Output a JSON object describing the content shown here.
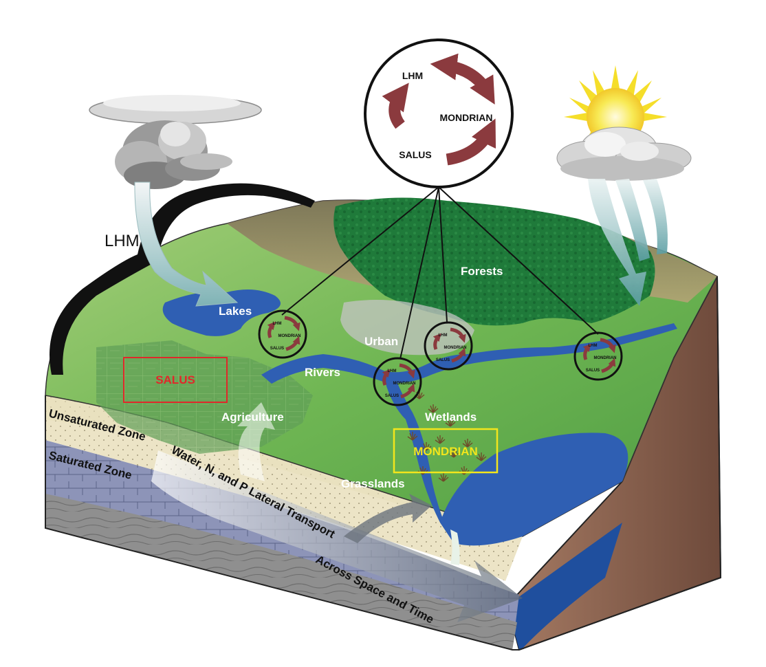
{
  "main_cycle": {
    "lhm": "LHM",
    "mondrian": "MONDRIAN",
    "salus": "SALUS"
  },
  "mini_cycle": {
    "lhm": "LHM",
    "mondrian": "MONDRIAN",
    "salus": "SALUS"
  },
  "labels": {
    "lhm_arrow": "LHM",
    "lakes": "Lakes",
    "forests": "Forests",
    "urban": "Urban",
    "rivers": "Rivers",
    "agriculture": "Agriculture",
    "wetlands": "Wetlands",
    "grasslands": "Grasslands",
    "salus_box": "SALUS",
    "mondrian_box": "MONDRIAN",
    "unsaturated_zone": "Unsaturated Zone",
    "saturated_zone": "Saturated Zone",
    "transport": "Water, N, and P Lateral Transport Across Space and Time"
  },
  "colors": {
    "cycle_arrow": "#8b3a3e",
    "water": "#2f5fb3",
    "forest": "#1f7a3a",
    "land": "#7fbf5a",
    "salus_box": "#e0282a",
    "mondrian_box": "#f2e51c",
    "soil": "#8a5a48",
    "sun": "#f7e64a"
  }
}
